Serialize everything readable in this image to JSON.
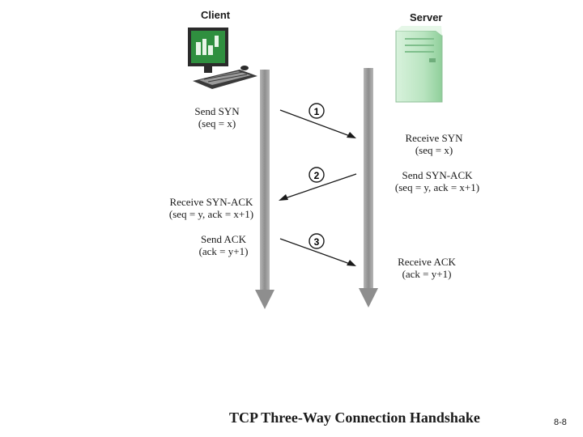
{
  "client": {
    "title": "Client"
  },
  "server": {
    "title": "Server"
  },
  "steps": [
    {
      "number": "1",
      "send": [
        "Send SYN",
        "(seq = x)"
      ],
      "receive": [
        "Receive SYN",
        "(seq = x)"
      ]
    },
    {
      "number": "2",
      "send": [
        "Send SYN-ACK",
        "(seq = y, ack = x+1)"
      ],
      "receive": [
        "Receive SYN-ACK",
        "(seq = y, ack = x+1)"
      ]
    },
    {
      "number": "3",
      "send": [
        "Send ACK",
        "(ack = y+1)"
      ],
      "receive": [
        "Receive ACK",
        "(ack = y+1)"
      ]
    }
  ],
  "caption": "TCP Three-Way Connection Handshake",
  "page_number": "8-8",
  "colors": {
    "timeline": "#9a9a9a",
    "server_tower": "#b9e4c0",
    "computer_screen": "#2f8f3f",
    "computer_body": "#2b2b2b"
  }
}
